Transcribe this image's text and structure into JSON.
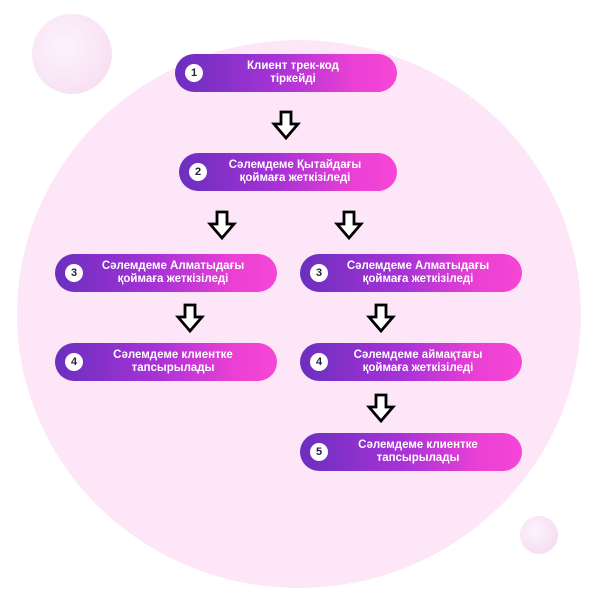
{
  "steps": {
    "s1": {
      "num": "1",
      "line1": "Клиент трек-код",
      "line2": "тіркейді"
    },
    "s2": {
      "num": "2",
      "line1": "Сәлемдеме Қытайдағы",
      "line2": "қоймаға жеткізіледі"
    },
    "s3l": {
      "num": "3",
      "line1": "Сәлемдеме Алматыдағы",
      "line2": "қоймаға жеткізіледі"
    },
    "s3r": {
      "num": "3",
      "line1": "Сәлемдеме Алматыдағы",
      "line2": "қоймаға жеткізіледі"
    },
    "s4l": {
      "num": "4",
      "line1": "Сәлемдеме клиентке",
      "line2": "тапсырылады"
    },
    "s4r": {
      "num": "4",
      "line1": "Сәлемдеме аймақтағы",
      "line2": "қоймаға жеткізіледі"
    },
    "s5r": {
      "num": "5",
      "line1": "Сәлемдеме клиентке",
      "line2": "тапсырылады"
    }
  },
  "colors": {
    "gradient_start": "#6b2fbf",
    "gradient_end": "#f646d6",
    "background_circle": "#fde6f8",
    "arrow_fill": "#ffffff",
    "arrow_stroke": "#000000"
  },
  "icons": {
    "flow_arrow": "down-arrow-icon"
  }
}
